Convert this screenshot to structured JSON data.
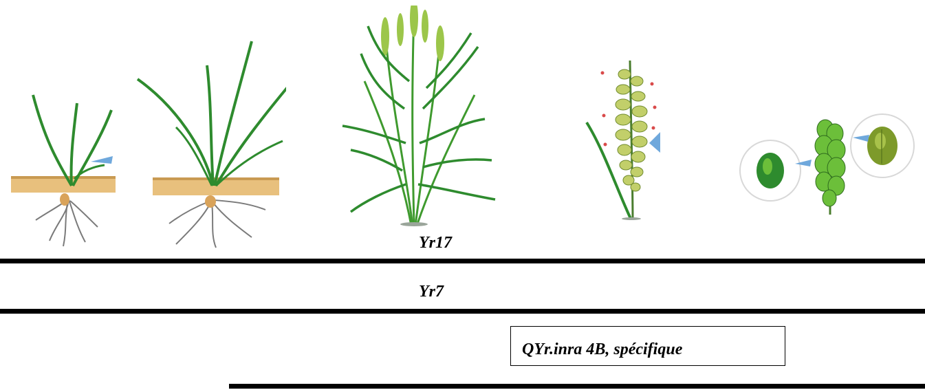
{
  "labels": {
    "yr17": "Yr17",
    "yr7": "Yr7",
    "qyr": "QYr.inra 4B, spécifique"
  },
  "colors": {
    "leaf": "#2e8b2e",
    "leaf_light": "#6cbf3a",
    "soil": "#e8c07d",
    "root": "#7a7a7a",
    "arrow": "#6fa8dc",
    "bar": "#000000"
  },
  "stages": [
    {
      "icon": "seedling-icon"
    },
    {
      "icon": "tillering-plant-icon"
    },
    {
      "icon": "heading-plant-icon"
    },
    {
      "icon": "flowering-ear-icon"
    },
    {
      "icon": "grain-fill-icon"
    }
  ]
}
